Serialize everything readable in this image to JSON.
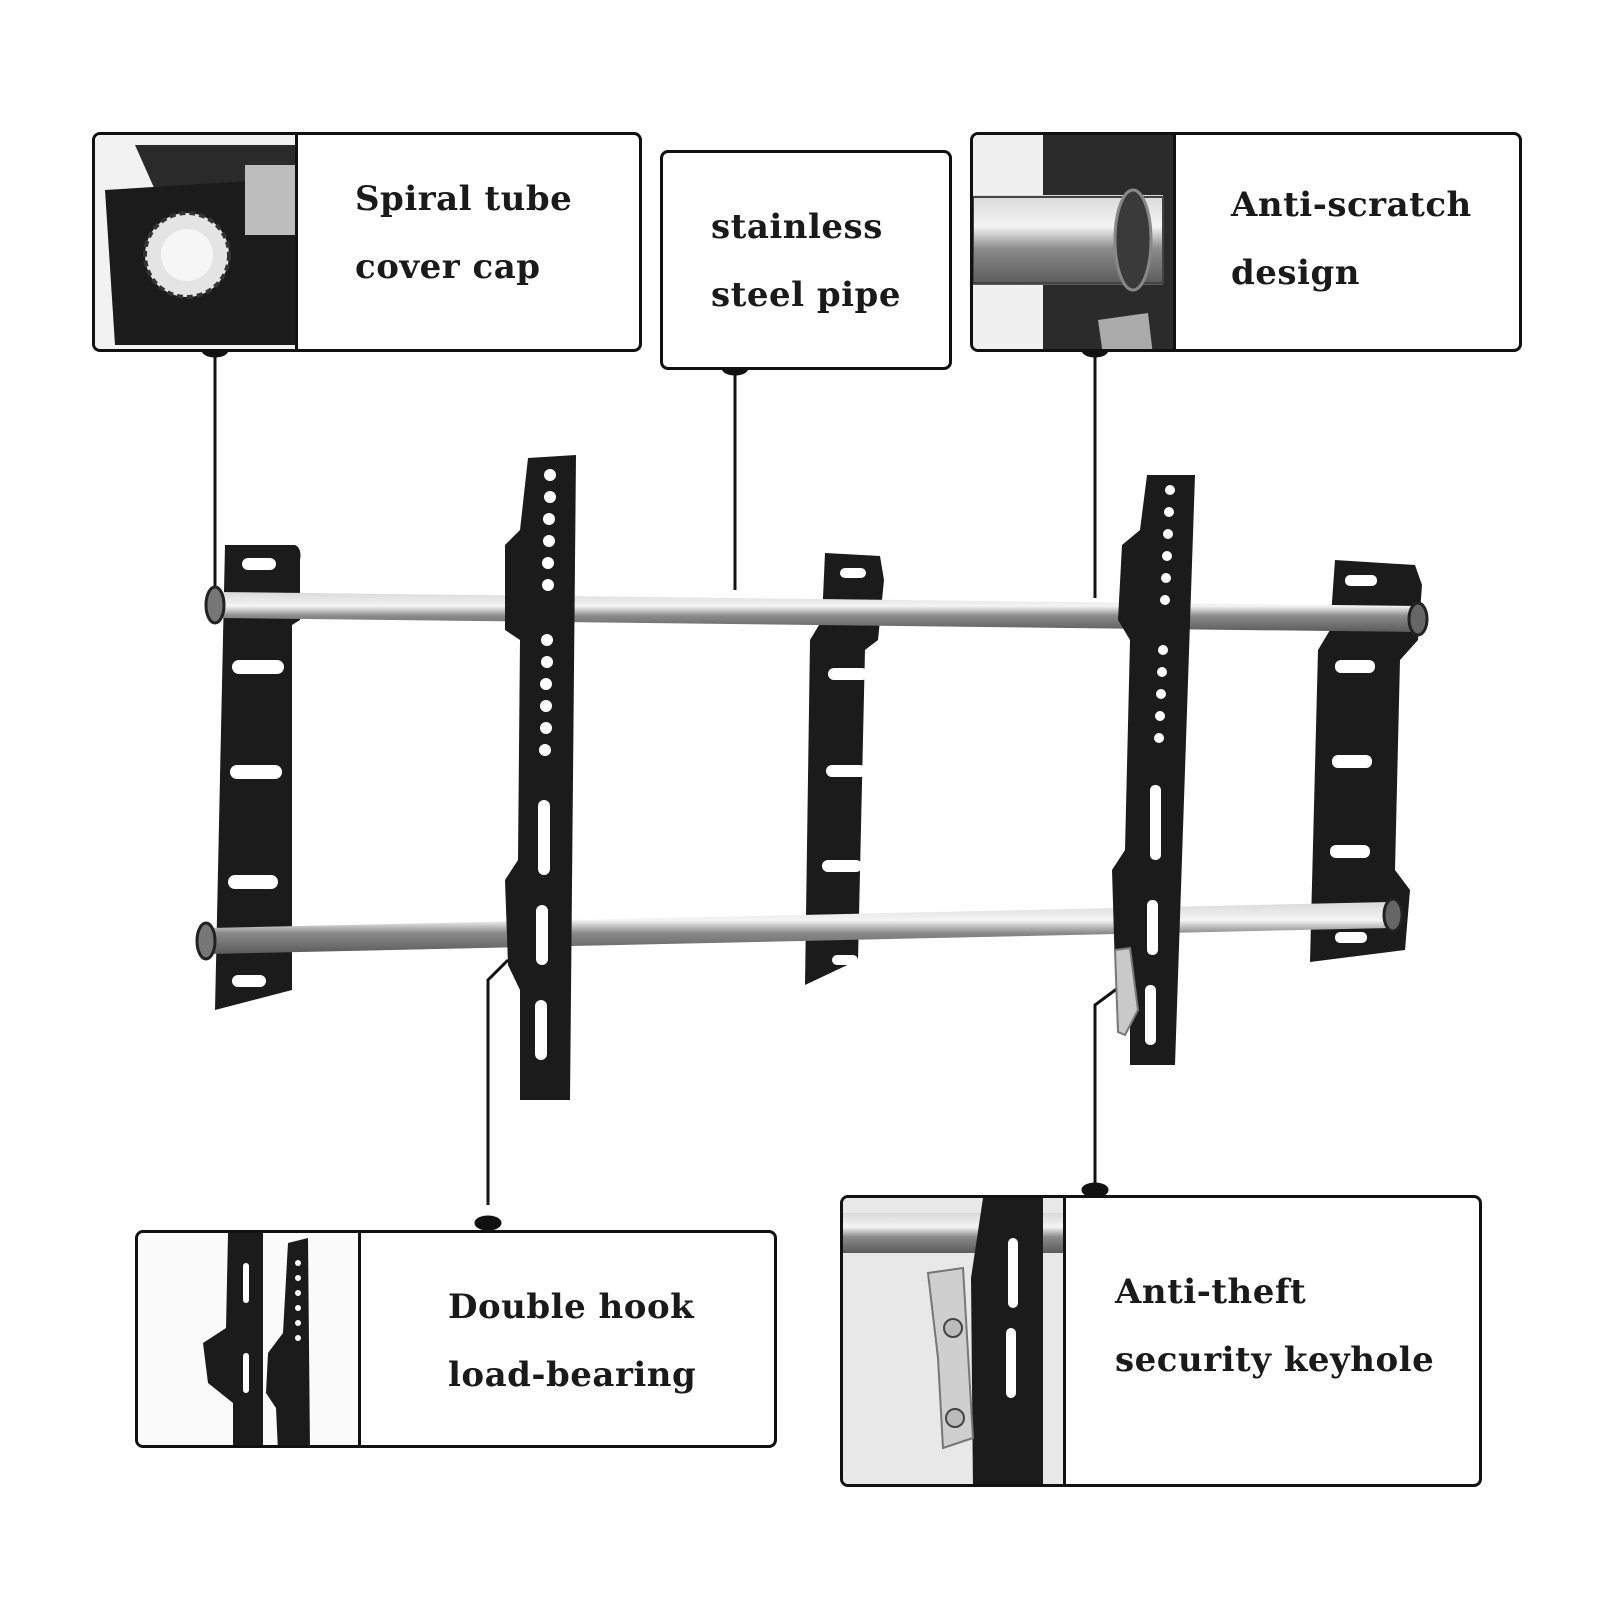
{
  "callouts": {
    "spiral_cap": {
      "line1": "Spiral tube",
      "line2": "cover cap"
    },
    "steel_pipe": {
      "line1": "stainless",
      "line2": "steel pipe"
    },
    "anti_scratch": {
      "line1": "Anti-scratch",
      "line2": "design"
    },
    "double_hook": {
      "line1": "Double hook",
      "line2": "load-bearing"
    },
    "anti_theft": {
      "line1": "Anti-theft",
      "line2": "security keyhole"
    }
  },
  "colors": {
    "bracket": "#1b1b1b",
    "pipe": "#a8a8a8",
    "border": "#111111",
    "background": "#ffffff"
  }
}
